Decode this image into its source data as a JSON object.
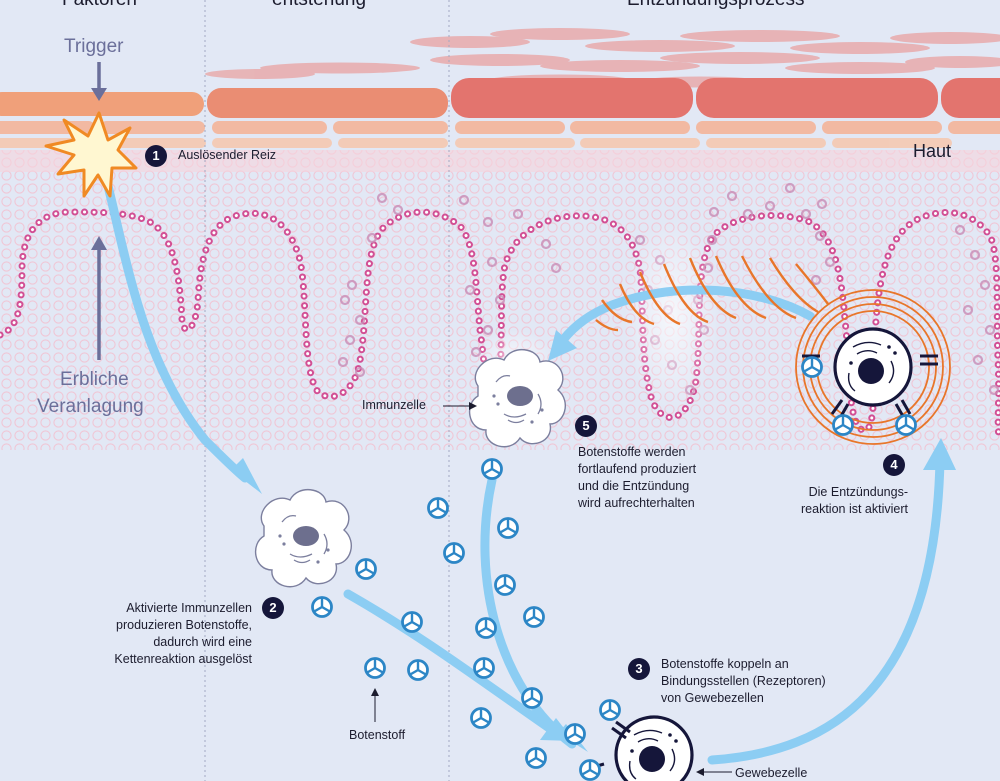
{
  "headers": {
    "col1": "Faktoren",
    "col2": "entstehung",
    "col3": "Entzündungsprozess"
  },
  "labels": {
    "trigger": "Trigger",
    "erbliche": "Erbliche",
    "veranlagung": "Veranlagung",
    "haut": "Haut",
    "immunzelle": "Immunzelle",
    "botenstoff": "Botenstoff",
    "gewebezelle": "Gewebezelle"
  },
  "steps": [
    {
      "num": "1",
      "lines": [
        "Auslösender Reiz"
      ]
    },
    {
      "num": "2",
      "lines": [
        "Aktivierte Immunzellen",
        "produzieren Botenstoffe,",
        "dadurch wird eine",
        "Kettenreaktion ausgelöst"
      ]
    },
    {
      "num": "3",
      "lines": [
        "Botenstoffe koppeln an",
        "Bindungsstellen (Rezeptoren)",
        "von Gewebezellen"
      ]
    },
    {
      "num": "4",
      "lines": [
        "Die Entzündungs-",
        "reaktion ist aktiviert"
      ]
    },
    {
      "num": "5",
      "lines": [
        "Botenstoffe werden",
        "fortlaufend produziert",
        "und die Entzündung",
        "wird aufrechterhalten"
      ]
    }
  ],
  "colors": {
    "background": "#e2e8f5",
    "arrow": "#8ccdf3",
    "messenger": "#2c86c6",
    "skin_top": "#f0a07a",
    "skin_inflamed": "#e3746e",
    "chain": "#d24f94",
    "wave": "#e8762a",
    "badge": "#15163a"
  }
}
